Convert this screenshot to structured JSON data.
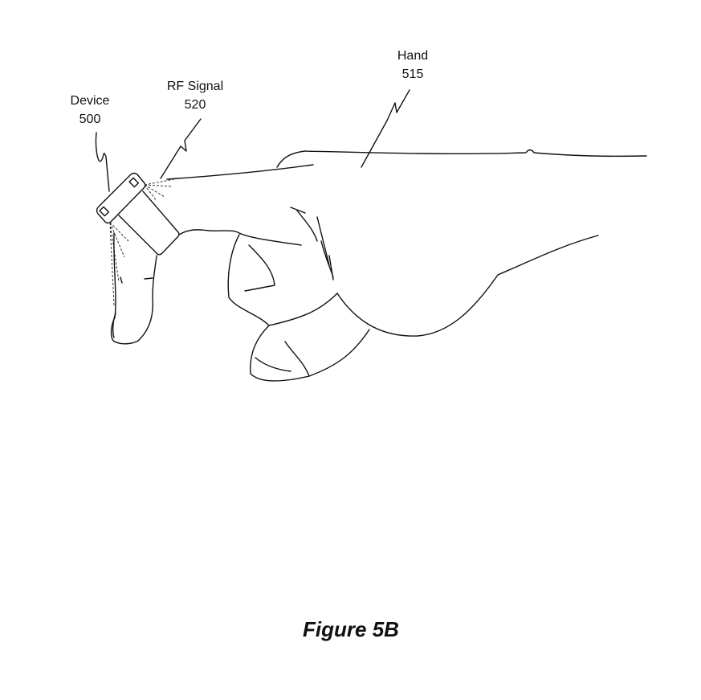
{
  "labels": {
    "device": {
      "name": "Device",
      "number": "500"
    },
    "rf_signal": {
      "name": "RF Signal",
      "number": "520"
    },
    "hand": {
      "name": "Hand",
      "number": "515"
    }
  },
  "caption": "Figure 5B"
}
